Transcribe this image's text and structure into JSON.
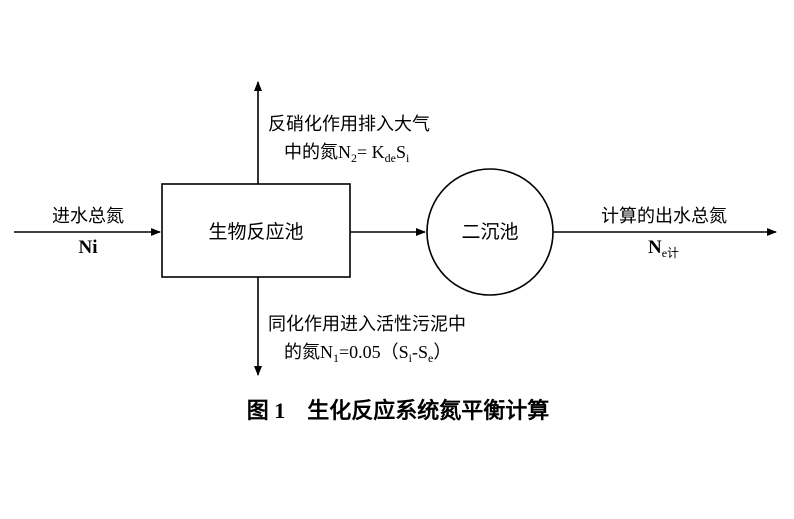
{
  "diagram": {
    "reactor_label": "生物反应池",
    "clarifier_label": "二沉池",
    "input": {
      "label": "进水总氮",
      "symbol": "Ni"
    },
    "output": {
      "label": "计算的出水总氮",
      "symbol_base": "N",
      "symbol_sub": "e计"
    },
    "top_branch": {
      "line1": "反硝化作用排入大气",
      "line2_prefix": "中的氮N",
      "line2_sub1": "2",
      "line2_mid": "= K",
      "line2_sub2": "de",
      "line2_s": "S",
      "line2_sub3": "i"
    },
    "bottom_branch": {
      "line1": "同化作用进入活性污泥中",
      "line2_prefix": "的氮N",
      "line2_sub1": "1",
      "line2_mid": "=0.05（S",
      "line2_sub2": "i",
      "line2_dash": "-S",
      "line2_sub3": "e",
      "line2_end": "）"
    },
    "caption": "图 1　生化反应系统氮平衡计算"
  }
}
